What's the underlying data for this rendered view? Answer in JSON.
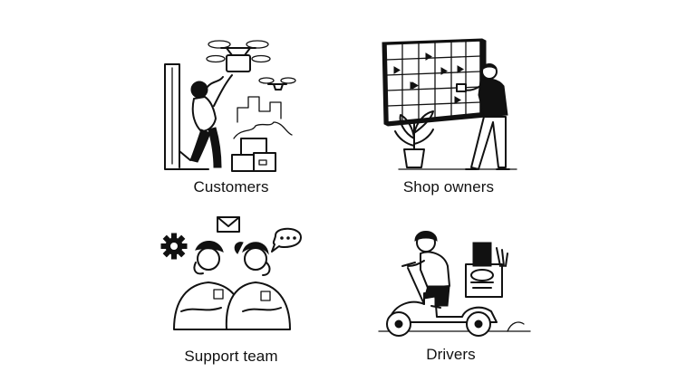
{
  "cards": [
    {
      "label": "Customers",
      "illustration": "drone-delivery-illustration"
    },
    {
      "label": "Shop owners",
      "illustration": "shop-owner-planner-illustration"
    },
    {
      "label": "Support team",
      "illustration": "support-team-illustration"
    },
    {
      "label": "Drivers",
      "illustration": "scooter-driver-illustration"
    }
  ],
  "colors": {
    "background": "#ffffff",
    "ink": "#111111"
  }
}
